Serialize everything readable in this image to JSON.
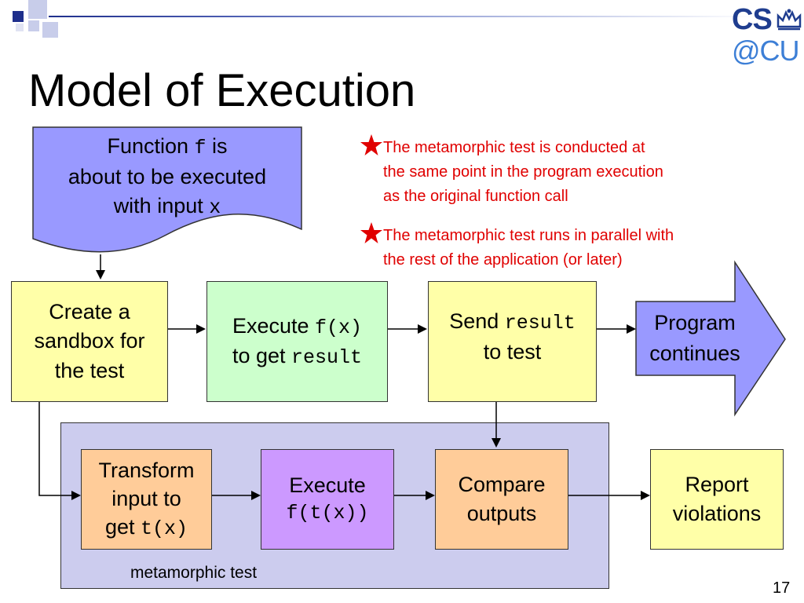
{
  "slide": {
    "title": "Model of Execution",
    "page_number": "17"
  },
  "logo": {
    "line1": "CS",
    "line2": "@CU"
  },
  "notes": [
    {
      "lines": [
        "The metamorphic test is conducted at",
        "the same point in the program execution",
        "as the original function call"
      ]
    },
    {
      "lines": [
        "The metamorphic test runs in parallel with",
        "the rest of the application (or later)"
      ]
    }
  ],
  "flow": {
    "start": {
      "line1_a": "Function ",
      "line1_code": "f",
      "line1_b": " is",
      "line2": "about to be executed",
      "line3_a": "with input ",
      "line3_code": "x"
    },
    "sandbox": {
      "line1": "Create a",
      "line2": "sandbox for",
      "line3": "the test"
    },
    "execute": {
      "line1_a": "Execute ",
      "line1_code": "f(x)",
      "line2_a": "to get ",
      "line2_code": "result"
    },
    "send": {
      "line1_a": "Send ",
      "line1_code": "result",
      "line2": "to test"
    },
    "continues": {
      "line1": "Program",
      "line2": "continues"
    }
  },
  "metamorphic": {
    "label": "metamorphic test",
    "transform": {
      "line1": "Transform",
      "line2": "input to",
      "line3_a": "get ",
      "line3_code": "t(x)"
    },
    "execute": {
      "line1": "Execute",
      "line2_code": "f(t(x))"
    },
    "compare": {
      "line1": "Compare",
      "line2": "outputs"
    }
  },
  "report": {
    "line1": "Report",
    "line2": "violations"
  },
  "colors": {
    "yellow": "#ffffa8",
    "green": "#ccffcc",
    "orange": "#ffcc99",
    "purple": "#cc99ff",
    "blue": "#9999ff",
    "group": "#ccccee",
    "note_red": "#e00000",
    "logo_navy": "#1f3d8f",
    "logo_blue": "#3d7fd6"
  }
}
